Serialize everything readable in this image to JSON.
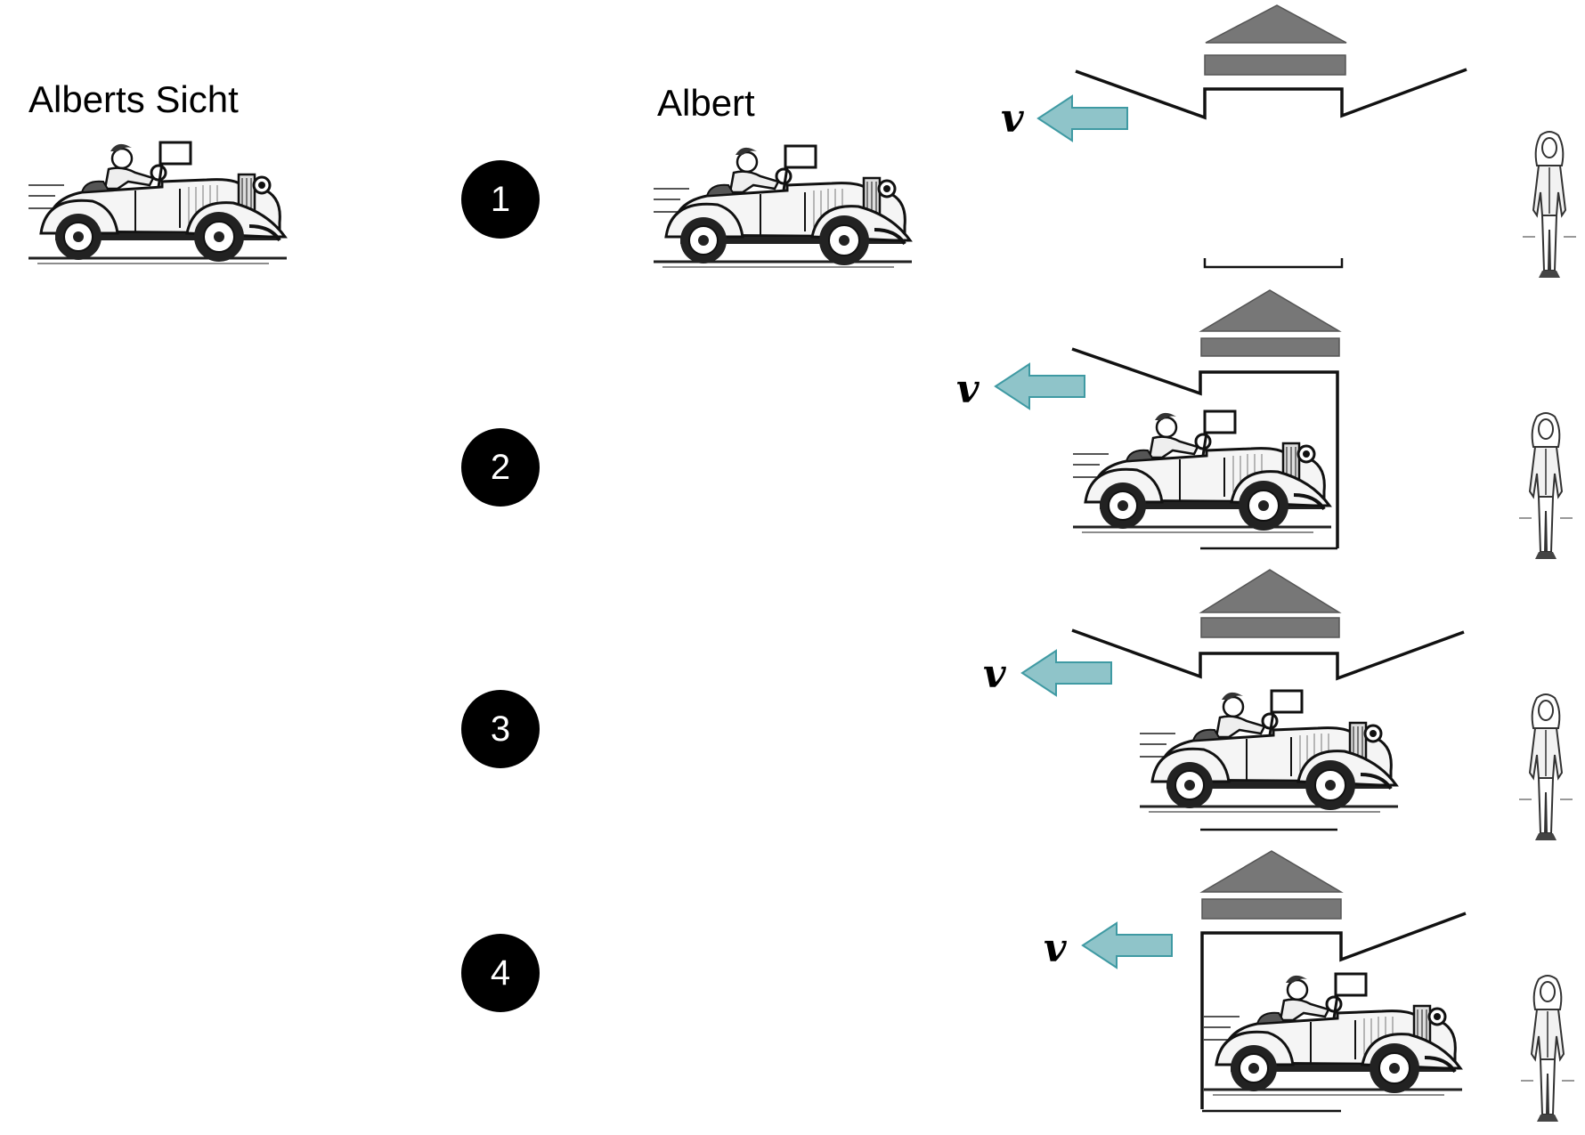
{
  "left_title": "Alberts Sicht",
  "middle_title": "Albert",
  "steps": [
    "1",
    "2",
    "3",
    "4"
  ],
  "velocity_label": "v",
  "colors": {
    "arrow": "#8fc4c9",
    "arrow_stroke": "#3f9aa3",
    "roof": "#777777",
    "ink": "#111111"
  }
}
